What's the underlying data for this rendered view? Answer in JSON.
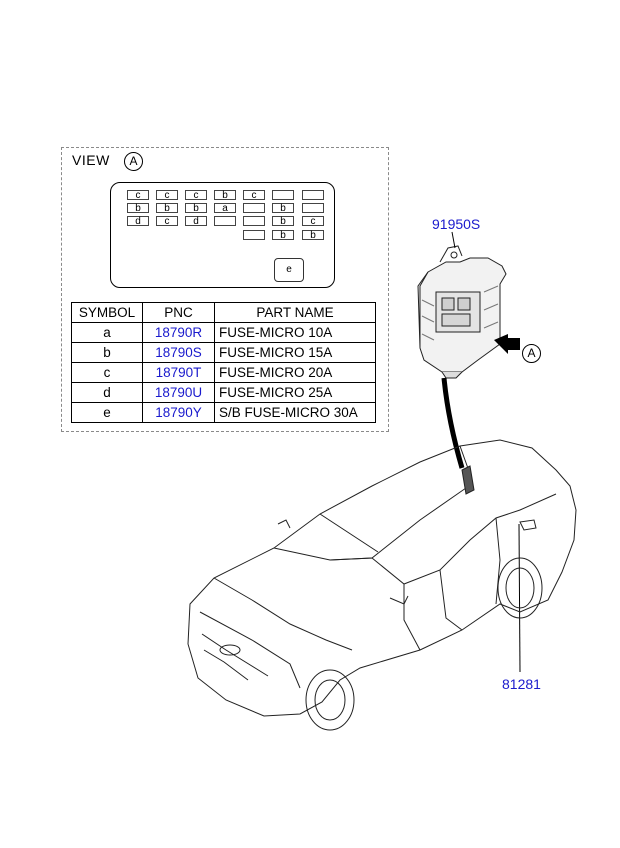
{
  "view": {
    "title": "VIEW",
    "marker": "A"
  },
  "fuse_layout": {
    "row1": [
      "c",
      "c",
      "c",
      "b",
      "c",
      "",
      ""
    ],
    "row2": [
      "b",
      "b",
      "b",
      "a",
      "",
      "b",
      ""
    ],
    "row3": [
      "d",
      "c",
      "d",
      "",
      "",
      "b",
      "c"
    ],
    "row4": [
      "",
      "b",
      "b"
    ],
    "special": "e"
  },
  "table": {
    "headers": {
      "symbol": "SYMBOL",
      "pnc": "PNC",
      "part_name": "PART NAME"
    },
    "rows": [
      {
        "symbol": "a",
        "pnc": "18790R",
        "part_name": "FUSE-MICRO 10A"
      },
      {
        "symbol": "b",
        "pnc": "18790S",
        "part_name": "FUSE-MICRO 15A"
      },
      {
        "symbol": "c",
        "pnc": "18790T",
        "part_name": "FUSE-MICRO 20A"
      },
      {
        "symbol": "d",
        "pnc": "18790U",
        "part_name": "FUSE-MICRO 25A"
      },
      {
        "symbol": "e",
        "pnc": "18790Y",
        "part_name": "S/B FUSE-MICRO 30A"
      }
    ]
  },
  "callouts": {
    "module": "91950S",
    "fuse_panel": "81281",
    "arrow_marker": "A"
  },
  "colors": {
    "link": "#1a1acd",
    "line": "#000000",
    "frame": "#8a8a8a"
  }
}
